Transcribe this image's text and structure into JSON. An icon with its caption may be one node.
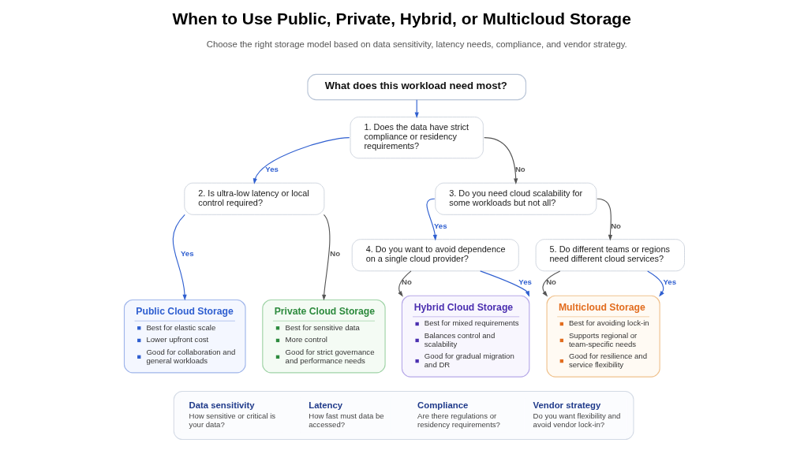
{
  "diagram": {
    "title": "When to Use Public, Private, Hybrid, or Multicloud Storage",
    "nodes": [
      {
        "text": [
          "What does this workload need most?"
        ]
      },
      {
        "text": [
          "1. Does the data have strict compliance or residency requirements?"
        ]
      },
      {
        "text": [
          "2. Is ultra-low latency or local control required?"
        ]
      },
      {
        "text": [
          "3. Do you need cloud scalability for some workloads but not all?"
        ]
      },
      {
        "text": [
          "4. Do you want to avoid dependence on a single cloud provider?"
        ]
      },
      {
        "text": [
          "5. Do different teams or regions need different cloud services?"
        ]
      },
      {
        "text": [
          "Public Cloud Storage",
          "Best for elastic scale",
          "Lower upfront cost",
          "Good for collaboration and general workloads"
        ]
      },
      {
        "text": [
          "Private Cloud Storage",
          "Best for sensitive data",
          "More control",
          "Good for strict governance and performance needs"
        ]
      },
      {
        "text": [
          "Hybrid Cloud Storage",
          "Best for mixed requirements",
          "Balances control and scalability",
          "Good for gradual migration and DR"
        ]
      },
      {
        "text": [
          "Multicloud Storage",
          "Best for avoiding lock-in",
          "Supports regional or team-specific needs",
          "Good for resilience and service flexibility"
        ]
      },
      {
        "text": [],
        "shape": "box"
      },
      {
        "text": [
          "Data sensitivity",
          "How sensitive or critical is your data?"
        ],
        "in": 10
      },
      {
        "text": [
          "Latency",
          "How fast must data be accessed?"
        ],
        "in": 10
      },
      {
        "text": [
          "Compliance",
          "Are there regulations or residency requirements?"
        ],
        "in": 10
      },
      {
        "text": [
          "Vendor strategy",
          "Do you want flexibility and avoid vendor lock-in?"
        ],
        "in": 10
      }
    ],
    "edges": [
      {
        "from": 0,
        "to": 1,
        "arrow": "to"
      },
      {
        "from": 1,
        "to": 2,
        "arrow": "to",
        "label": "Yes"
      },
      {
        "from": 1,
        "to": 3,
        "arrow": "to",
        "label": "No",
        "color": "#555555"
      },
      {
        "from": 2,
        "to": 6,
        "arrow": "to",
        "label": "Yes"
      },
      {
        "from": 2,
        "to": 7,
        "arrow": "to",
        "label": "No",
        "color": "#555555"
      },
      {
        "from": 3,
        "to": 4,
        "arrow": "to",
        "label": "Yes"
      },
      {
        "from": 3,
        "to": 5,
        "arrow": "to",
        "label": "No",
        "color": "#555555"
      },
      {
        "from": 4,
        "to": 8,
        "arrow": "to",
        "label": "No",
        "color": "#555555"
      },
      {
        "from": 4,
        "to": 8,
        "arrow": "to",
        "label": "Yes"
      },
      {
        "from": 5,
        "to": 9,
        "arrow": "to",
        "label": "No",
        "color": "#555555"
      },
      {
        "from": 5,
        "to": 9,
        "arrow": "to",
        "label": "Yes"
      }
    ],
    "labels": [
      "Choose the right storage model based on data sensitivity, latency needs, compliance, and vendor strategy."
    ]
  }
}
